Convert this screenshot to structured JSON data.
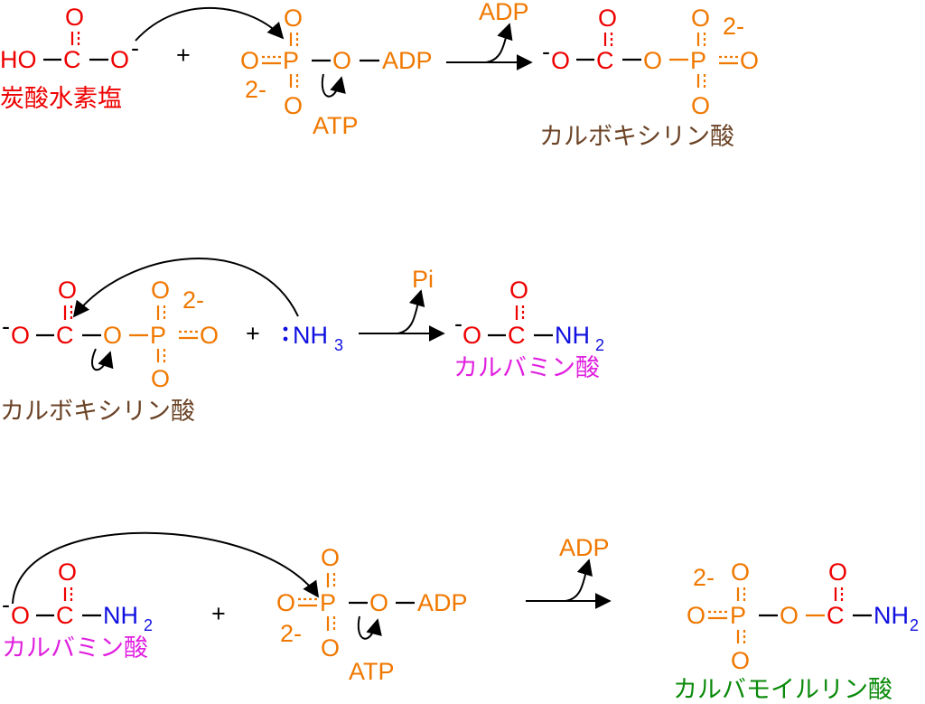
{
  "atoms": {
    "HO": "HO",
    "C": "C",
    "O": "O",
    "P": "P",
    "N": "N",
    "H": "H",
    "NH2": "NH",
    "NH3": "NH",
    "sub2": "2",
    "sub3": "3",
    "neg": "-",
    "charge2": "2-",
    "plus": "+"
  },
  "labels": {
    "ADP": "ADP",
    "ATP": "ATP",
    "Pi": "Pi",
    "bicarbonate": "炭酸水素塩",
    "carboxyphosphate": "カルボキシリン酸",
    "carbamate": "カルバミン酸",
    "carbamoyl_phosphate": "カルバモイルリン酸"
  },
  "colors": {
    "oxygen": "#ee0000",
    "phosphate": "#f07800",
    "nitrogen": "#1010e0",
    "carboxyphosphate": "#6b4326",
    "carbamate": "#e020e0",
    "carbamoyl_phosphate": "#0a8a0a"
  }
}
